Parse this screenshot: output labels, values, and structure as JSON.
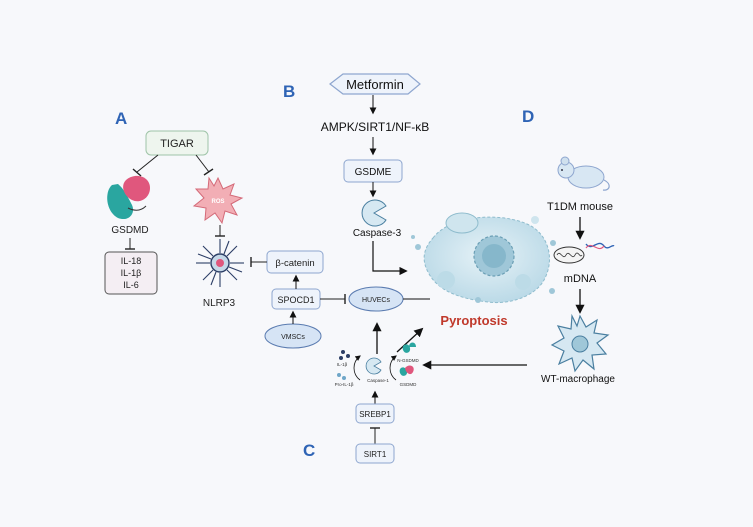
{
  "panels": {
    "a": "A",
    "b": "B",
    "c": "C",
    "d": "D"
  },
  "panel_a": {
    "tigar": "TIGAR",
    "ros": "ROS",
    "gsdmd": "GSDMD",
    "cytokines": [
      "IL-18",
      "IL-1β",
      "IL-6"
    ],
    "nlrp3": "NLRP3",
    "beta_catenin": "β-catenin",
    "spocd1": "SPOCD1",
    "vmscs": "VMSCs",
    "huvecs": "HUVECs"
  },
  "panel_b": {
    "metformin": "Metformin",
    "pathway": "AMPK/SIRT1/NF-κB",
    "gsdme": "GSDME",
    "caspase3": "Caspase-3",
    "pyroptosis": "Pyroptosis"
  },
  "panel_c": {
    "il1b": "IL-1β",
    "pro_il1b": "Pro-IL-1β",
    "caspase1": "Caspase-1",
    "n_gsdmd": "N-GSDMD",
    "gsdmd": "GSDMD",
    "srebp1": "SREBP1",
    "sirt1": "SIRT1"
  },
  "panel_d": {
    "t1dm_mouse": "T1DM mouse",
    "mdna": "mDNA",
    "wt_macrophage": "WT-macrophage"
  },
  "colors": {
    "panel_label": "#2f64b5",
    "box_stroke": "#8ea6cf",
    "box_fill": "#eef3fb",
    "pyroptosis": "#c0392b",
    "cytokine_fill": "#f4eef3",
    "ellipse_fill": "#d6e4f5",
    "cell": "#9fc7d8"
  }
}
